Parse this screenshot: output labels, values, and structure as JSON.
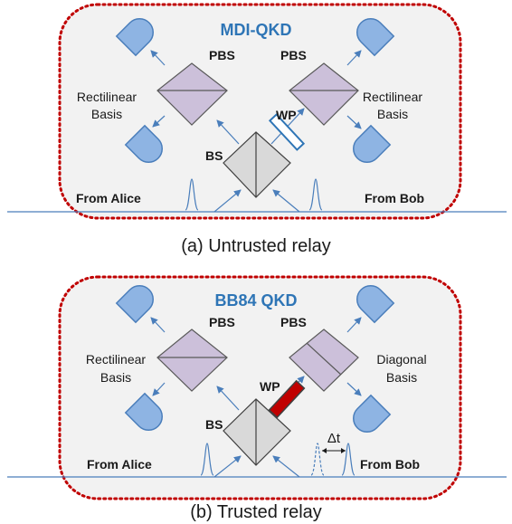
{
  "colors": {
    "frame": "#c00000",
    "panel_bg": "#f2f2f2",
    "accent": "#2e75b6",
    "detector": "#8eb4e3",
    "pbs": "#ccc0da",
    "bs": "#d9d9d9",
    "wp_active": "#c00000"
  },
  "panel_a": {
    "title": "MDI-QKD",
    "caption": "(a) Untrusted relay",
    "left_pbs": "PBS",
    "right_pbs": "PBS",
    "left_basis_line1": "Rectilinear",
    "left_basis_line2": "Basis",
    "right_basis_line1": "Rectilinear",
    "right_basis_line2": "Basis",
    "wp": "WP",
    "bs": "BS",
    "from_alice": "From Alice",
    "from_bob": "From Bob"
  },
  "panel_b": {
    "title": "BB84 QKD",
    "caption": "(b) Trusted relay",
    "left_pbs": "PBS",
    "right_pbs": "PBS",
    "left_basis_line1": "Rectilinear",
    "left_basis_line2": "Basis",
    "right_basis_line1": "Diagonal",
    "right_basis_line2": "Basis",
    "wp": "WP",
    "bs": "BS",
    "delay": "Δt",
    "from_alice": "From Alice",
    "from_bob": "From Bob"
  }
}
